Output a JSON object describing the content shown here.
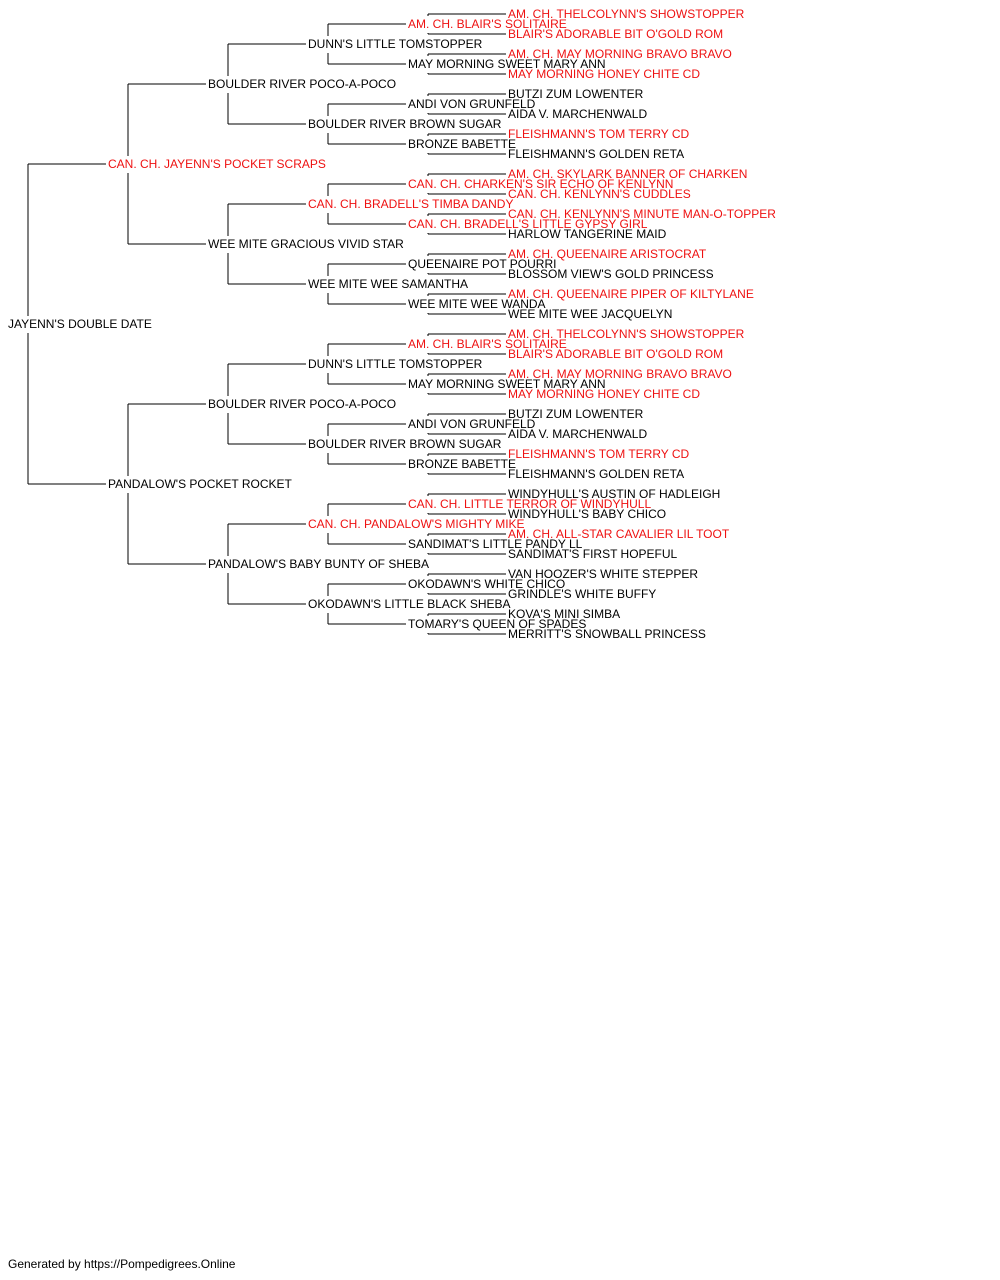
{
  "colors": {
    "champion": "#ee1111",
    "normal": "#000000",
    "line": "#000000"
  },
  "footer": "Generated by https://Pompedigrees.Online",
  "pedigree": {
    "name": "JAYENN'S DOUBLE DATE",
    "champion": false,
    "sire": {
      "name": "CAN. CH. JAYENN'S POCKET SCRAPS",
      "champion": true,
      "sire": {
        "name": "BOULDER RIVER POCO-A-POCO",
        "champion": false,
        "sire": {
          "name": "DUNN'S LITTLE TOMSTOPPER",
          "champion": false,
          "sire": {
            "name": "AM. CH. BLAIR'S SOLITAIRE",
            "champion": true,
            "sire": {
              "name": "AM. CH. THELCOLYNN'S SHOWSTOPPER",
              "champion": true
            },
            "dam": {
              "name": "BLAIR'S ADORABLE BIT O'GOLD ROM",
              "champion": true
            }
          },
          "dam": {
            "name": "MAY MORNING SWEET MARY ANN",
            "champion": false,
            "sire": {
              "name": "AM. CH. MAY MORNING BRAVO BRAVO",
              "champion": true
            },
            "dam": {
              "name": "MAY MORNING HONEY CHITE CD",
              "champion": true
            }
          }
        },
        "dam": {
          "name": "BOULDER RIVER BROWN SUGAR",
          "champion": false,
          "sire": {
            "name": "ANDI VON GRUNFELD",
            "champion": false,
            "sire": {
              "name": "BUTZI ZUM LOWENTER",
              "champion": false
            },
            "dam": {
              "name": "AIDA V. MARCHENWALD",
              "champion": false
            }
          },
          "dam": {
            "name": "BRONZE BABETTE",
            "champion": false,
            "sire": {
              "name": "FLEISHMANN'S TOM TERRY CD",
              "champion": true
            },
            "dam": {
              "name": "FLEISHMANN'S GOLDEN RETA",
              "champion": false
            }
          }
        }
      },
      "dam": {
        "name": "WEE MITE GRACIOUS VIVID STAR",
        "champion": false,
        "sire": {
          "name": "CAN. CH. BRADELL'S TIMBA DANDY",
          "champion": true,
          "sire": {
            "name": "CAN. CH. CHARKEN'S SIR ECHO OF KENLYNN",
            "champion": true,
            "sire": {
              "name": "AM. CH. SKYLARK BANNER OF CHARKEN",
              "champion": true
            },
            "dam": {
              "name": "CAN. CH. KENLYNN'S CUDDLES",
              "champion": true
            }
          },
          "dam": {
            "name": "CAN. CH. BRADELL'S LITTLE GYPSY GIRL",
            "champion": true,
            "sire": {
              "name": "CAN. CH. KENLYNN'S MINUTE MAN-O-TOPPER",
              "champion": true
            },
            "dam": {
              "name": "HARLOW TANGERINE MAID",
              "champion": false
            }
          }
        },
        "dam": {
          "name": "WEE MITE WEE SAMANTHA",
          "champion": false,
          "sire": {
            "name": "QUEENAIRE POT POURRI",
            "champion": false,
            "sire": {
              "name": "AM. CH. QUEENAIRE ARISTOCRAT",
              "champion": true
            },
            "dam": {
              "name": "BLOSSOM VIEW'S GOLD PRINCESS",
              "champion": false
            }
          },
          "dam": {
            "name": "WEE MITE WEE WANDA",
            "champion": false,
            "sire": {
              "name": "AM. CH. QUEENAIRE PIPER OF KILTYLANE",
              "champion": true
            },
            "dam": {
              "name": "WEE MITE WEE JACQUELYN",
              "champion": false
            }
          }
        }
      }
    },
    "dam": {
      "name": "PANDALOW'S POCKET ROCKET",
      "champion": false,
      "sire": {
        "name": "BOULDER RIVER POCO-A-POCO",
        "champion": false,
        "sire": {
          "name": "DUNN'S LITTLE TOMSTOPPER",
          "champion": false,
          "sire": {
            "name": "AM. CH. BLAIR'S SOLITAIRE",
            "champion": true,
            "sire": {
              "name": "AM. CH. THELCOLYNN'S SHOWSTOPPER",
              "champion": true
            },
            "dam": {
              "name": "BLAIR'S ADORABLE BIT O'GOLD ROM",
              "champion": true
            }
          },
          "dam": {
            "name": "MAY MORNING SWEET MARY ANN",
            "champion": false,
            "sire": {
              "name": "AM. CH. MAY MORNING BRAVO BRAVO",
              "champion": true
            },
            "dam": {
              "name": "MAY MORNING HONEY CHITE CD",
              "champion": true
            }
          }
        },
        "dam": {
          "name": "BOULDER RIVER BROWN SUGAR",
          "champion": false,
          "sire": {
            "name": "ANDI VON GRUNFELD",
            "champion": false,
            "sire": {
              "name": "BUTZI ZUM LOWENTER",
              "champion": false
            },
            "dam": {
              "name": "AIDA V. MARCHENWALD",
              "champion": false
            }
          },
          "dam": {
            "name": "BRONZE BABETTE",
            "champion": false,
            "sire": {
              "name": "FLEISHMANN'S TOM TERRY CD",
              "champion": true
            },
            "dam": {
              "name": "FLEISHMANN'S GOLDEN RETA",
              "champion": false
            }
          }
        }
      },
      "dam": {
        "name": "PANDALOW'S BABY BUNTY OF SHEBA",
        "champion": false,
        "sire": {
          "name": "CAN. CH. PANDALOW'S MIGHTY MIKE",
          "champion": true,
          "sire": {
            "name": "CAN. CH. LITTLE TERROR OF WINDYHULL",
            "champion": true,
            "sire": {
              "name": "WINDYHULL'S AUSTIN OF HADLEIGH",
              "champion": false
            },
            "dam": {
              "name": "WINDYHULL'S BABY CHICO",
              "champion": false
            }
          },
          "dam": {
            "name": "SANDIMAT'S LITTLE PANDY LL",
            "champion": false,
            "sire": {
              "name": "AM. CH. ALL-STAR CAVALIER LIL TOOT",
              "champion": true
            },
            "dam": {
              "name": "SANDIMAT'S FIRST HOPEFUL",
              "champion": false
            }
          }
        },
        "dam": {
          "name": "OKODAWN'S LITTLE BLACK SHEBA",
          "champion": false,
          "sire": {
            "name": "OKODAWN'S WHITE CHICO",
            "champion": false,
            "sire": {
              "name": "VAN HOOZER'S WHITE STEPPER",
              "champion": false
            },
            "dam": {
              "name": "GRINDLE'S WHITE BUFFY",
              "champion": false
            }
          },
          "dam": {
            "name": "TOMARY'S QUEEN OF SPADES",
            "champion": false,
            "sire": {
              "name": "KOVA'S MINI SIMBA",
              "champion": false
            },
            "dam": {
              "name": "MERRITT'S SNOWBALL PRINCESS",
              "champion": false
            }
          }
        }
      }
    }
  }
}
